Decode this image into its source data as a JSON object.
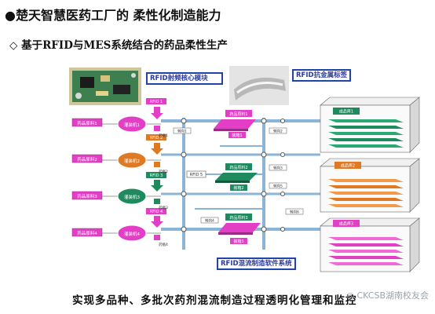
{
  "title": "●楚天智慧医药工厂的 柔性化制造能力",
  "subtitle": "◇ 基于RFID与MES系统结合的药品柔性生产",
  "callouts": {
    "module": "RFID射频核心模块",
    "tag": "RFID抗金属标签",
    "software": "RFID混流制造软件系统"
  },
  "caption": "实现多品种、多批次药剂混流制造过程透明化管理和监控",
  "watermark": "◎ CKCSB湖南校友会",
  "colors": {
    "pink": "#e23ec6",
    "green": "#1e8a5e",
    "orange": "#e07a22",
    "blue": "#2244aa",
    "bus": "#8ab4d8"
  },
  "diagram": {
    "lines": [
      {
        "label": "药品原料1",
        "machine": "灌装机1",
        "color": "pink"
      },
      {
        "label": "药品原料2",
        "machine": "灌装机2",
        "color": "orange"
      },
      {
        "label": "药品原料3",
        "machine": "灌装机3",
        "color": "green"
      },
      {
        "label": "药品原料4",
        "machine": "灌装机4",
        "color": "pink"
      }
    ],
    "rfid_nodes": [
      "RFID 1",
      "RFID 2",
      "RFID 3",
      "RFID 4",
      "RFID 5"
    ],
    "small_tags": [
      "药瓶1",
      "药瓶2",
      "药瓶3",
      "药瓶4"
    ],
    "mid_stations": [
      {
        "label": "药品原料1",
        "color": "pink"
      },
      {
        "label": "药品原料2",
        "color": "green"
      },
      {
        "label": "药品原料3",
        "color": "green"
      }
    ],
    "station_labels": [
      "装箱1",
      "装箱2",
      "装箱3"
    ],
    "switch_labels": [
      "转向1",
      "转向2",
      "转向3",
      "转向4",
      "转向5",
      "转向6"
    ],
    "warehouses": [
      {
        "label": "成品库1",
        "color": "green"
      },
      {
        "label": "成品库2",
        "color": "orange"
      },
      {
        "label": "成品库3",
        "color": "pink"
      }
    ]
  }
}
